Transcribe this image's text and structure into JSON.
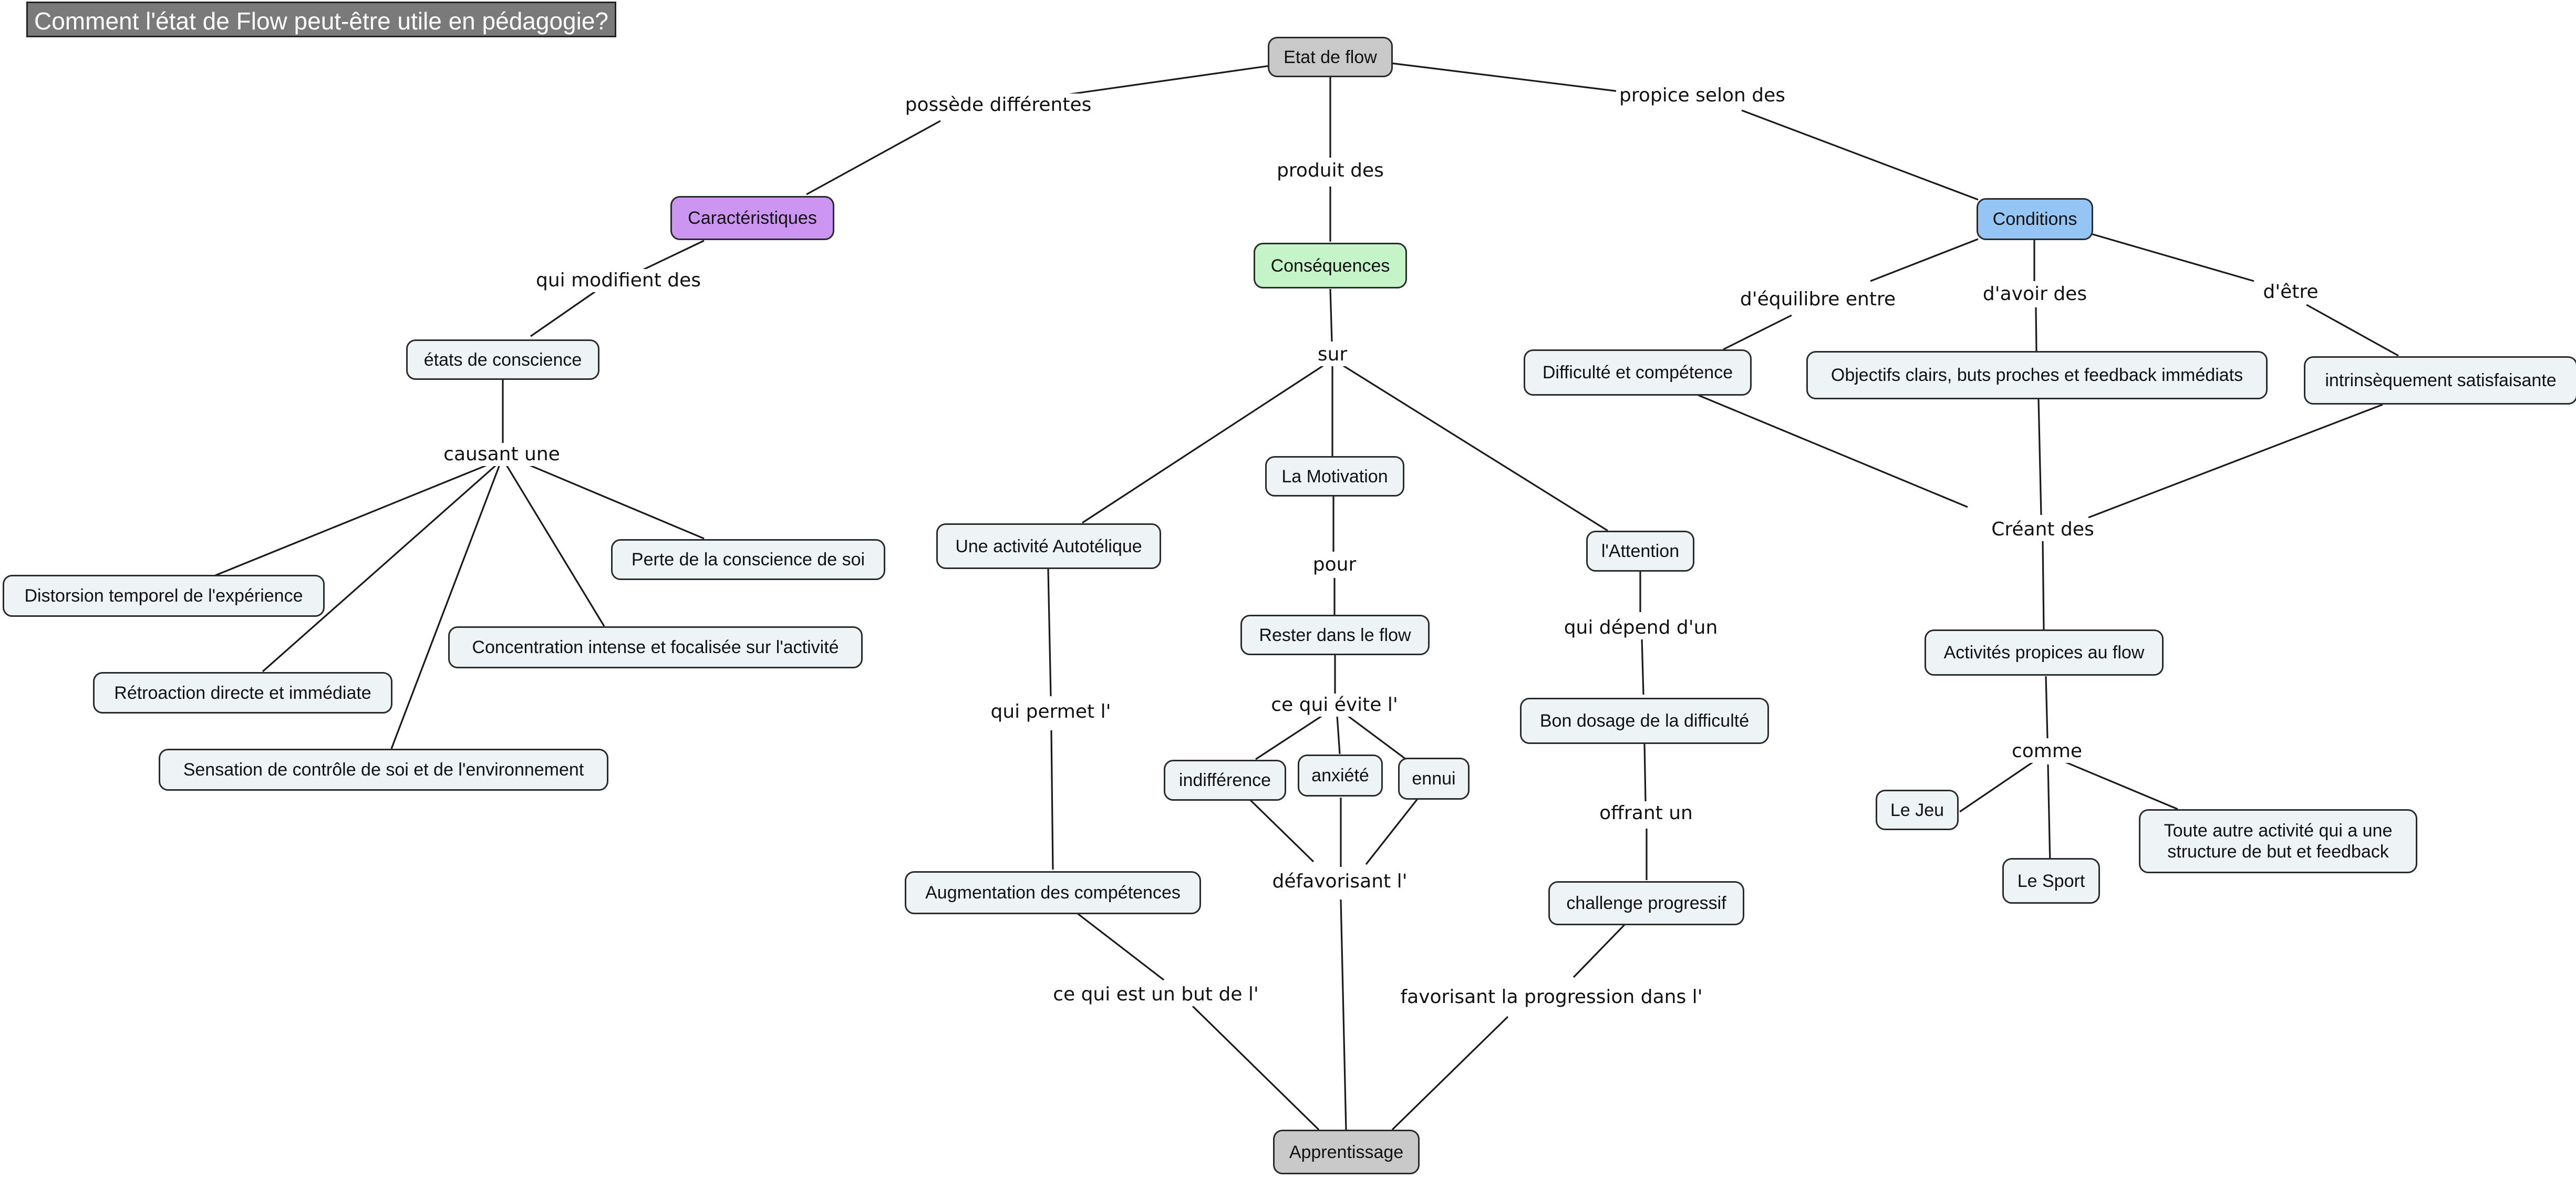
{
  "title": "Comment l'état de Flow peut-être utile en pédagogie?",
  "nodes": {
    "etat_flow": "Etat de flow",
    "caracteristiques": "Caractéristiques",
    "consequences": "Conséquences",
    "conditions": "Conditions",
    "etats_conscience": "états de conscience",
    "distorsion": "Distorsion temporel de l'expérience",
    "retroaction": "Rétroaction directe et immédiate",
    "sensation": "Sensation de contrôle de soi et de l'environnement",
    "concentration": "Concentration intense et focalisée sur l'activité",
    "perte": "Perte de la conscience de soi",
    "activite_autotelique": "Une activité Autotélique",
    "motivation": "La Motivation",
    "attention": "l'Attention",
    "rester_flow": "Rester dans le flow",
    "indifference": "indifférence",
    "anxiete": "anxiété",
    "ennui": "ennui",
    "augmentation": "Augmentation des compétences",
    "apprentissage": "Apprentissage",
    "bon_dosage": "Bon dosage de la difficulté",
    "challenge": "challenge progressif",
    "difficulte": "Difficulté et compétence",
    "objectifs": "Objectifs clairs, buts proches et feedback immédiats",
    "intrinsequement": "intrinsèquement satisfaisante",
    "activites_propices": "Activités propices au flow",
    "le_jeu": "Le Jeu",
    "le_sport": "Le Sport",
    "autre_activite": "Toute autre activité qui a une structure de but et feedback"
  },
  "labels": {
    "possede": "possède différentes",
    "produit": "produit des",
    "propice": "propice selon des",
    "qui_modifient": "qui modifient des",
    "causant": "causant une",
    "sur": "sur",
    "pour": "pour",
    "ce_qui_evite": "ce qui évite l'",
    "qui_permet": "qui permet l'",
    "defavorisant": "défavorisant l'",
    "ce_qui_est_but": "ce qui est un but de l'",
    "qui_depend": "qui dépend d'un",
    "offrant": "offrant un",
    "favorisant": "favorisant la progression dans l'",
    "equilibre": "d'équilibre entre",
    "avoir": "d'avoir des",
    "etre": "d'être",
    "creant": "Créant des",
    "comme": "comme"
  },
  "colors": {
    "root": "#c9c9c9",
    "caracteristiques": "#cc95f2",
    "consequences": "#c5f4c8",
    "conditions": "#95c5f5",
    "default_node": "#eef4f6",
    "title_bg": "#7a7a7a"
  }
}
